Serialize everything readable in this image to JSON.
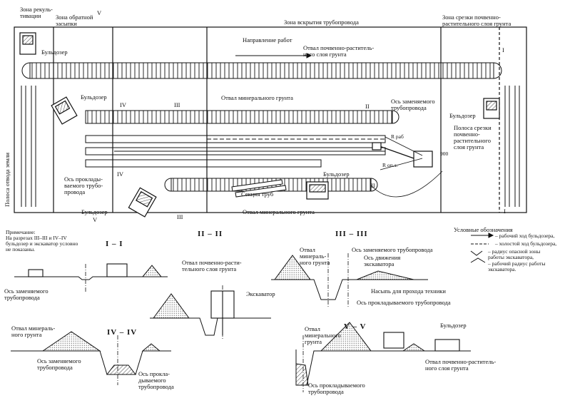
{
  "zones": {
    "recultivation": "Зона рекуль-\nтивации",
    "backfill": "Зона обратной\nзасыпки",
    "opening": "Зона вскрытия трубопровода",
    "topsoil_cut": "Зона срезки почвенно-\nрастительного слоя грунта"
  },
  "plan": {
    "work_direction": "Направление  работ",
    "topsoil_dump": "Отвал почвенно-раститель-\nного слоя грунта",
    "mineral_dump_top": "Отвал минерального грунта",
    "mineral_dump_bottom": "Отвал минерального грунта",
    "replaced_axis": "Ось заменяемого\nтрубопровода",
    "laid_axis": "Ось проклады-\nваемого трубо-\nпровода",
    "pipe_section": "Секция труб",
    "bulldozer": "Бульдозер",
    "strip": "Полоса срезки\nпочвенно-\nрастительного\nслоя грунта",
    "right_of_way": "Полоса отвода земли",
    "r_work": "R раб",
    "r_danger": "R оп.з.",
    "dim_900": "900"
  },
  "section_marks": {
    "I": "I",
    "II": "II",
    "III": "III",
    "IV": "IV",
    "V": "V"
  },
  "note": "Примечание:\nНа разрезах III–III и IV–IV\nбульдозер и экскаватор условно\nне показаны.",
  "legend": {
    "title": "Условные обозначения",
    "work_run": "– рабочий ход бульдозера,",
    "idle_run": "– холостой ход бульдозера,",
    "danger_radius": "– радиус опасной зоны\n  работы экскаватора,",
    "work_radius": "– рабочий радиус работы\n  экскаватора."
  },
  "sections": {
    "s1": {
      "title": "I – I",
      "axis": "Ось заменяемого\nтрубопровода"
    },
    "s2": {
      "title": "II – II",
      "dump": "Отвал почвенно-расти-\nтельного слоя грунта",
      "excavator": "Экскаватор"
    },
    "s3": {
      "title": "III – III",
      "dump": "Отвал\nминераль-\nного грунта",
      "replaced": "Ось заменяемого трубопровода",
      "move_axis": "Ось движения\nэкскаватора",
      "embankment": "Насыпь для прохода техники",
      "laid": "Ось прокладываемого трубопровода"
    },
    "s4": {
      "title": "IV – IV",
      "dump": "Отвал минераль-\nного грунта",
      "replaced": "Ось заменяемого\nтрубопровода",
      "laid": "Ось прокла-\nдываемого\nтрубопровода"
    },
    "s5": {
      "title": "V – V",
      "dump": "Отвал\nминерального\nгрунта",
      "bulldozer": "Бульдозер",
      "topsoil": "Отвал почвенно-раститель-\nного слоя грунта",
      "laid": "Ось прокладываемого\nтрубопровода"
    }
  }
}
